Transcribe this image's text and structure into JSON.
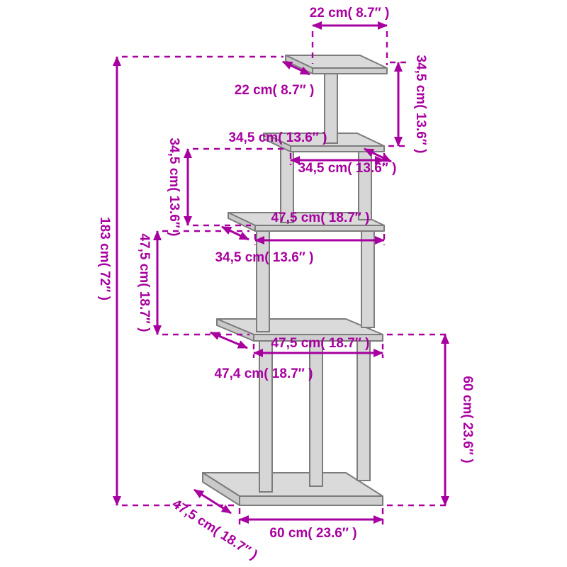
{
  "diagram": {
    "colors": {
      "dimension_accent": "#A800A0",
      "structure_fill": "#DADADA",
      "structure_shade": "#C9C9C9",
      "structure_outline": "#7C7C7C",
      "background": "#FFFFFF"
    },
    "dimensions": {
      "top_platform_width": "22 cm( 8.7″ )",
      "top_platform_depth": "22 cm( 8.7″ )",
      "top_section_height": "34,5 cm( 13.6″ )",
      "upper_platform_width": "34,5 cm( 13.6″ )",
      "upper_platform_depth": "34,5 cm( 13.6″ )",
      "upper_section_height": "34,5 cm( 13.6″ )",
      "middle_platform_width": "47,5 cm( 18.7″ )",
      "middle_platform_depth": "34,5 cm( 13.6″ )",
      "middle_section_height": "47,5 cm( 18.7″ )",
      "lower_platform_width": "47,5 cm( 18.7″ )",
      "lower_platform_depth": "47,4 cm( 18.7″ )",
      "lower_section_height": "60 cm( 23.6″ )",
      "total_height": "183 cm( 72″ )",
      "base_width": "60 cm( 23.6″ )",
      "base_depth": "47,5 cm( 18.7″ )"
    }
  }
}
